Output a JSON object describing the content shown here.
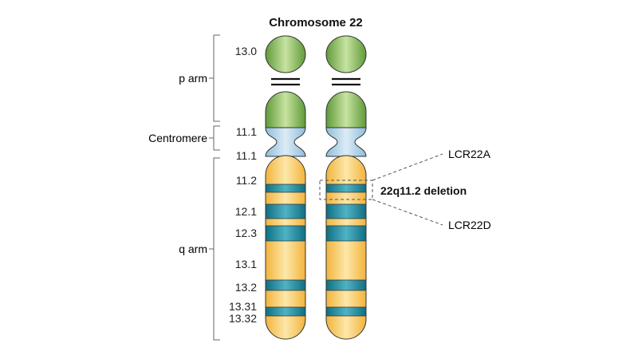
{
  "title": "Chromosome 22",
  "arms": [
    {
      "id": "p-arm",
      "label": "p arm"
    },
    {
      "id": "centromere",
      "label": "Centromere"
    },
    {
      "id": "q-arm",
      "label": "q arm"
    }
  ],
  "bands": [
    "13.0",
    "11.1",
    "11.1",
    "11.2",
    "12.1",
    "12.3",
    "13.1",
    "13.2",
    "13.31",
    "13.32"
  ],
  "deletion": {
    "label": "22q11.2 deletion",
    "start_marker": "LCR22A",
    "end_marker": "LCR22D"
  },
  "colors": {
    "p_arm_green": "#8dbe5c",
    "centromere_blue": "#b3d3e8",
    "q_arm_yellow": "#f7c95c",
    "band_teal": "#1a8ba0",
    "outline": "#333333"
  }
}
